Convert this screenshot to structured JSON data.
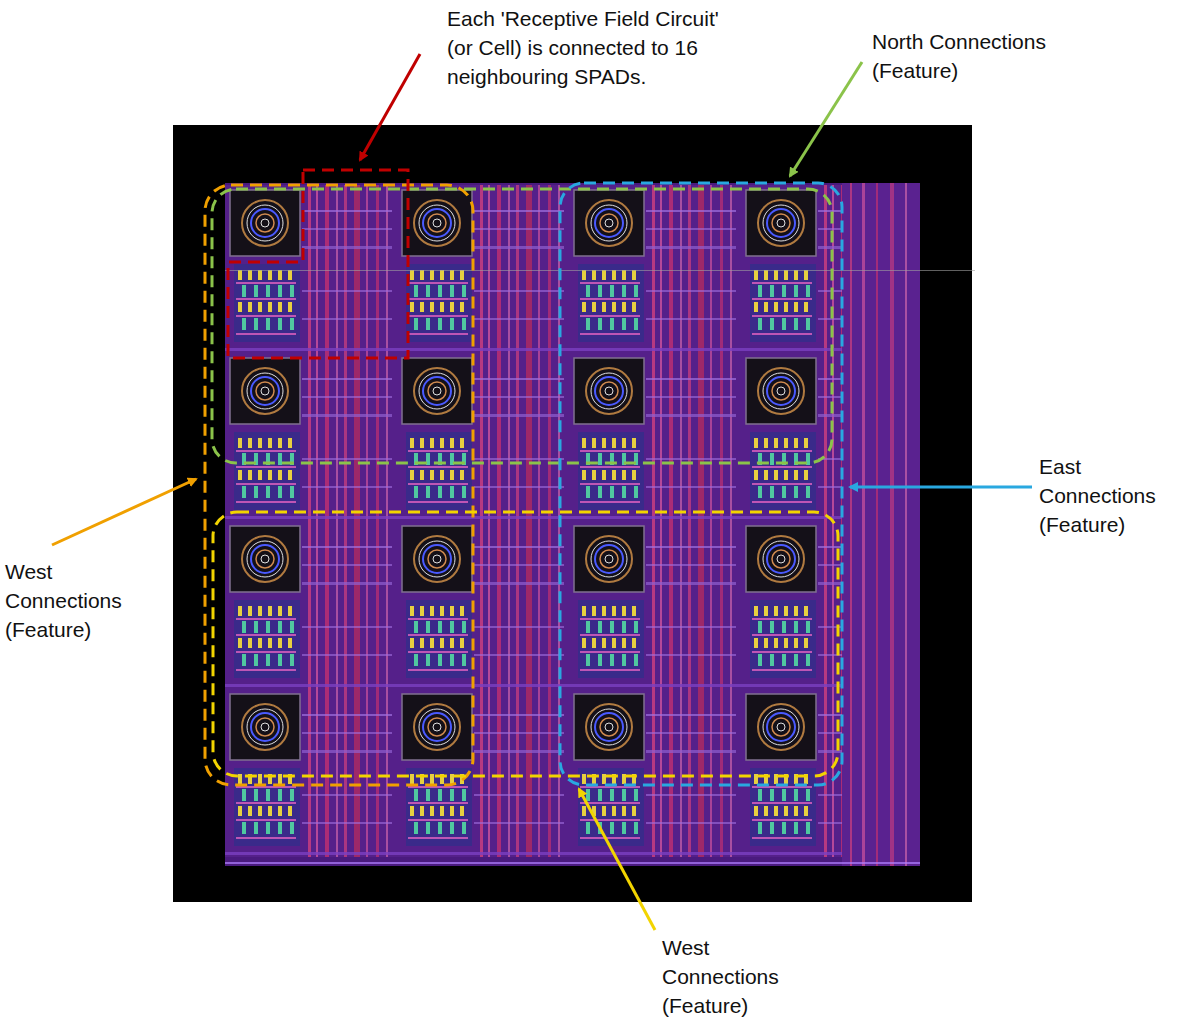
{
  "diagram": {
    "labels": [
      "Each 'Receptive Field Circuit' (or Cell) is connected to 16 neighbouring SPADs.",
      "North Connections (Feature)",
      "East Connections (Feature)",
      "West Connections (Feature)",
      "West Connections (Feature)"
    ]
  }
}
